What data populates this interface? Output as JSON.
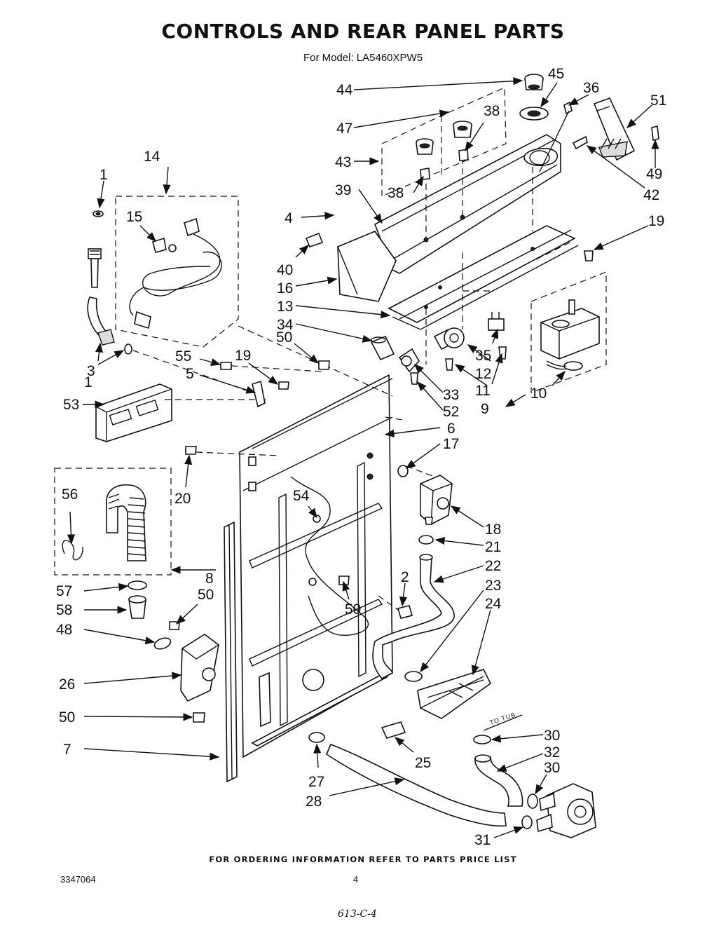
{
  "page": {
    "title": "CONTROLS AND REAR PANEL PARTS",
    "subtitle": "For Model: LA5460XPW5",
    "footer": "FOR ORDERING INFORMATION REFER TO PARTS PRICE LIST",
    "doc_number": "3347064",
    "page_number": "4",
    "handwritten_note": "613-C-4"
  },
  "diagram": {
    "tub_label": "TO TUB",
    "callouts": [
      "1",
      "1",
      "2",
      "3",
      "4",
      "5",
      "6",
      "7",
      "8",
      "9",
      "10",
      "11",
      "12",
      "13",
      "14",
      "15",
      "16",
      "17",
      "18",
      "19",
      "19",
      "20",
      "21",
      "22",
      "23",
      "24",
      "25",
      "26",
      "27",
      "28",
      "30",
      "30",
      "31",
      "32",
      "33",
      "34",
      "35",
      "36",
      "38",
      "38",
      "39",
      "40",
      "42",
      "43",
      "44",
      "45",
      "47",
      "48",
      "49",
      "50",
      "50",
      "50",
      "50",
      "51",
      "52",
      "53",
      "54",
      "55",
      "56",
      "57",
      "58"
    ]
  }
}
